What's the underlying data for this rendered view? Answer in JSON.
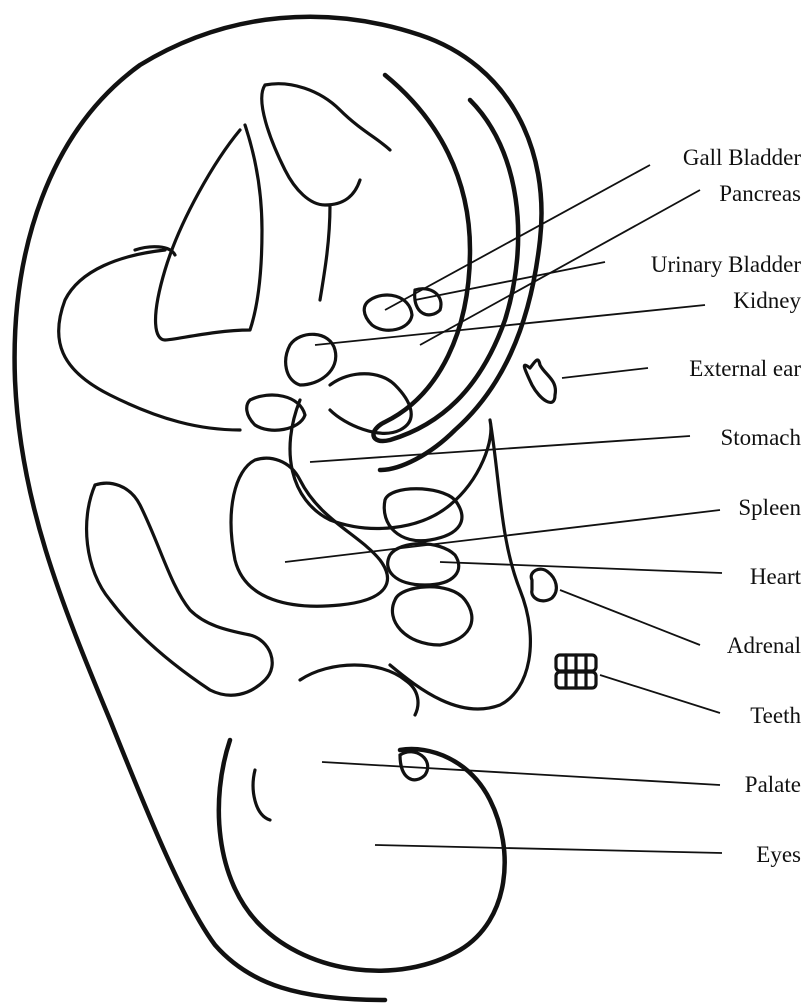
{
  "labels": {
    "gall_bladder": "Gall Bladder",
    "pancreas": "Pancreas",
    "urinary_bladder": "Urinary Bladder",
    "kidney": "Kidney",
    "external_ear": "External ear",
    "stomach": "Stomach",
    "spleen": "Spleen",
    "heart": "Heart",
    "adrenal": "Adrenal",
    "teeth": "Teeth",
    "palate": "Palate",
    "eyes": "Eyes"
  }
}
